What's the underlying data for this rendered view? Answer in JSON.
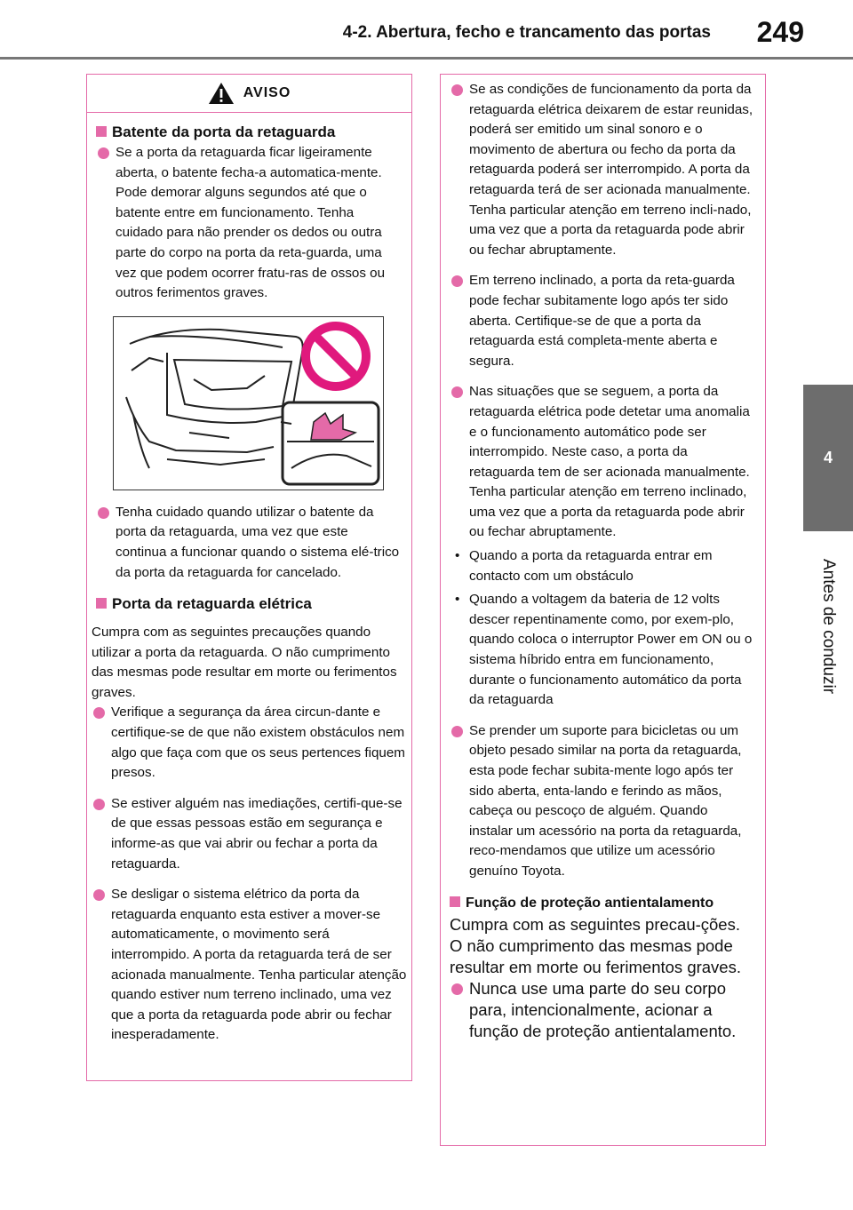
{
  "header": {
    "title": "4-2. Abertura, fecho e trancamento das portas",
    "page_number": "249"
  },
  "side_tab": {
    "number": "4",
    "label": "Antes de conduzir"
  },
  "colors": {
    "accent": "#e46aa8",
    "tab": "#6d6d6d"
  },
  "left": {
    "warning_label": "AVISO",
    "sections": [
      {
        "title": "Batente da porta da retaguarda",
        "bullets": [
          "Se a porta da retaguarda ficar ligeiramente aberta, o batente fecha-a automatica-mente. Pode demorar alguns segundos até que o batente entre em funcionamento. Tenha cuidado para não prender os dedos ou outra parte do corpo na porta da reta-guarda, uma vez que podem ocorrer fratu-ras de ossos ou outros ferimentos graves.",
          "Tenha cuidado quando utilizar o batente da porta da retaguarda, uma vez que este continua a funcionar quando o sistema elé-trico da porta da retaguarda for cancelado."
        ]
      },
      {
        "title": "Porta da retaguarda elétrica",
        "intro": "Cumpra com as seguintes precauções quando utilizar a porta da retaguarda. O não cumprimento das mesmas pode resultar em morte ou ferimentos graves.",
        "bullets": [
          "Verifique a segurança da área circun-dante e certifique-se de que não existem obstáculos nem algo que faça com que os seus pertences fiquem presos.",
          "Se estiver alguém nas imediações, certifi-que-se de que essas pessoas estão em segurança e informe-as que vai abrir ou fechar a porta da retaguarda.",
          "Se desligar o sistema elétrico da porta da retaguarda enquanto esta estiver a mover-se automaticamente, o movimento será interrompido. A porta da retaguarda terá de ser acionada manualmente. Tenha particular atenção quando estiver num terreno inclinado, uma vez que a porta da retaguarda pode abrir ou fechar inesperadamente."
        ]
      }
    ]
  },
  "right": {
    "bullets": [
      "Se as condições de funcionamento da porta da retaguarda elétrica deixarem de estar reunidas, poderá ser emitido um sinal sonoro e o movimento de abertura ou fecho da porta da retaguarda poderá ser interrompido. A porta da retaguarda terá de ser acionada manualmente. Tenha particular atenção em terreno incli-nado, uma vez que a porta da retaguarda pode abrir ou fechar abruptamente.",
      "Em terreno inclinado, a porta da reta-guarda pode fechar subitamente logo após ter sido aberta. Certifique-se de que a porta da retaguarda está completa-mente aberta e segura.",
      "Nas situações que se seguem, a porta da retaguarda elétrica pode detetar uma anomalia e o funcionamento automático pode ser interrompido. Neste caso, a porta da retaguarda tem de ser acionada manualmente. Tenha particular atenção em terreno inclinado, uma vez que a porta da retaguarda pode abrir ou fechar abruptamente."
    ],
    "sub_items": [
      "Quando a porta da retaguarda entrar em contacto com um obstáculo",
      "Quando a voltagem da bateria de 12 volts descer repentinamente como, por exem-plo, quando coloca o interruptor Power em ON ou o sistema híbrido entra em funcionamento, durante o funcionamento automático da porta da retaguarda"
    ],
    "bullet_after": "Se prender um suporte para bicicletas ou um objeto pesado similar na porta da retaguarda, esta pode fechar subita-mente logo após ter sido aberta, enta-lando e ferindo as mãos, cabeça ou pescoço de alguém. Quando instalar um acessório na porta da retaguarda, reco-mendamos que utilize um acessório genuíno Toyota.",
    "section": {
      "title": "Função de proteção antientalamento",
      "intro": "Cumpra com as seguintes precau-ções. O não cumprimento das mesmas pode resultar em morte ou ferimentos graves.",
      "bullet": "Nunca use uma parte do seu corpo para, intencionalmente, acionar a função de proteção antientalamento."
    }
  }
}
